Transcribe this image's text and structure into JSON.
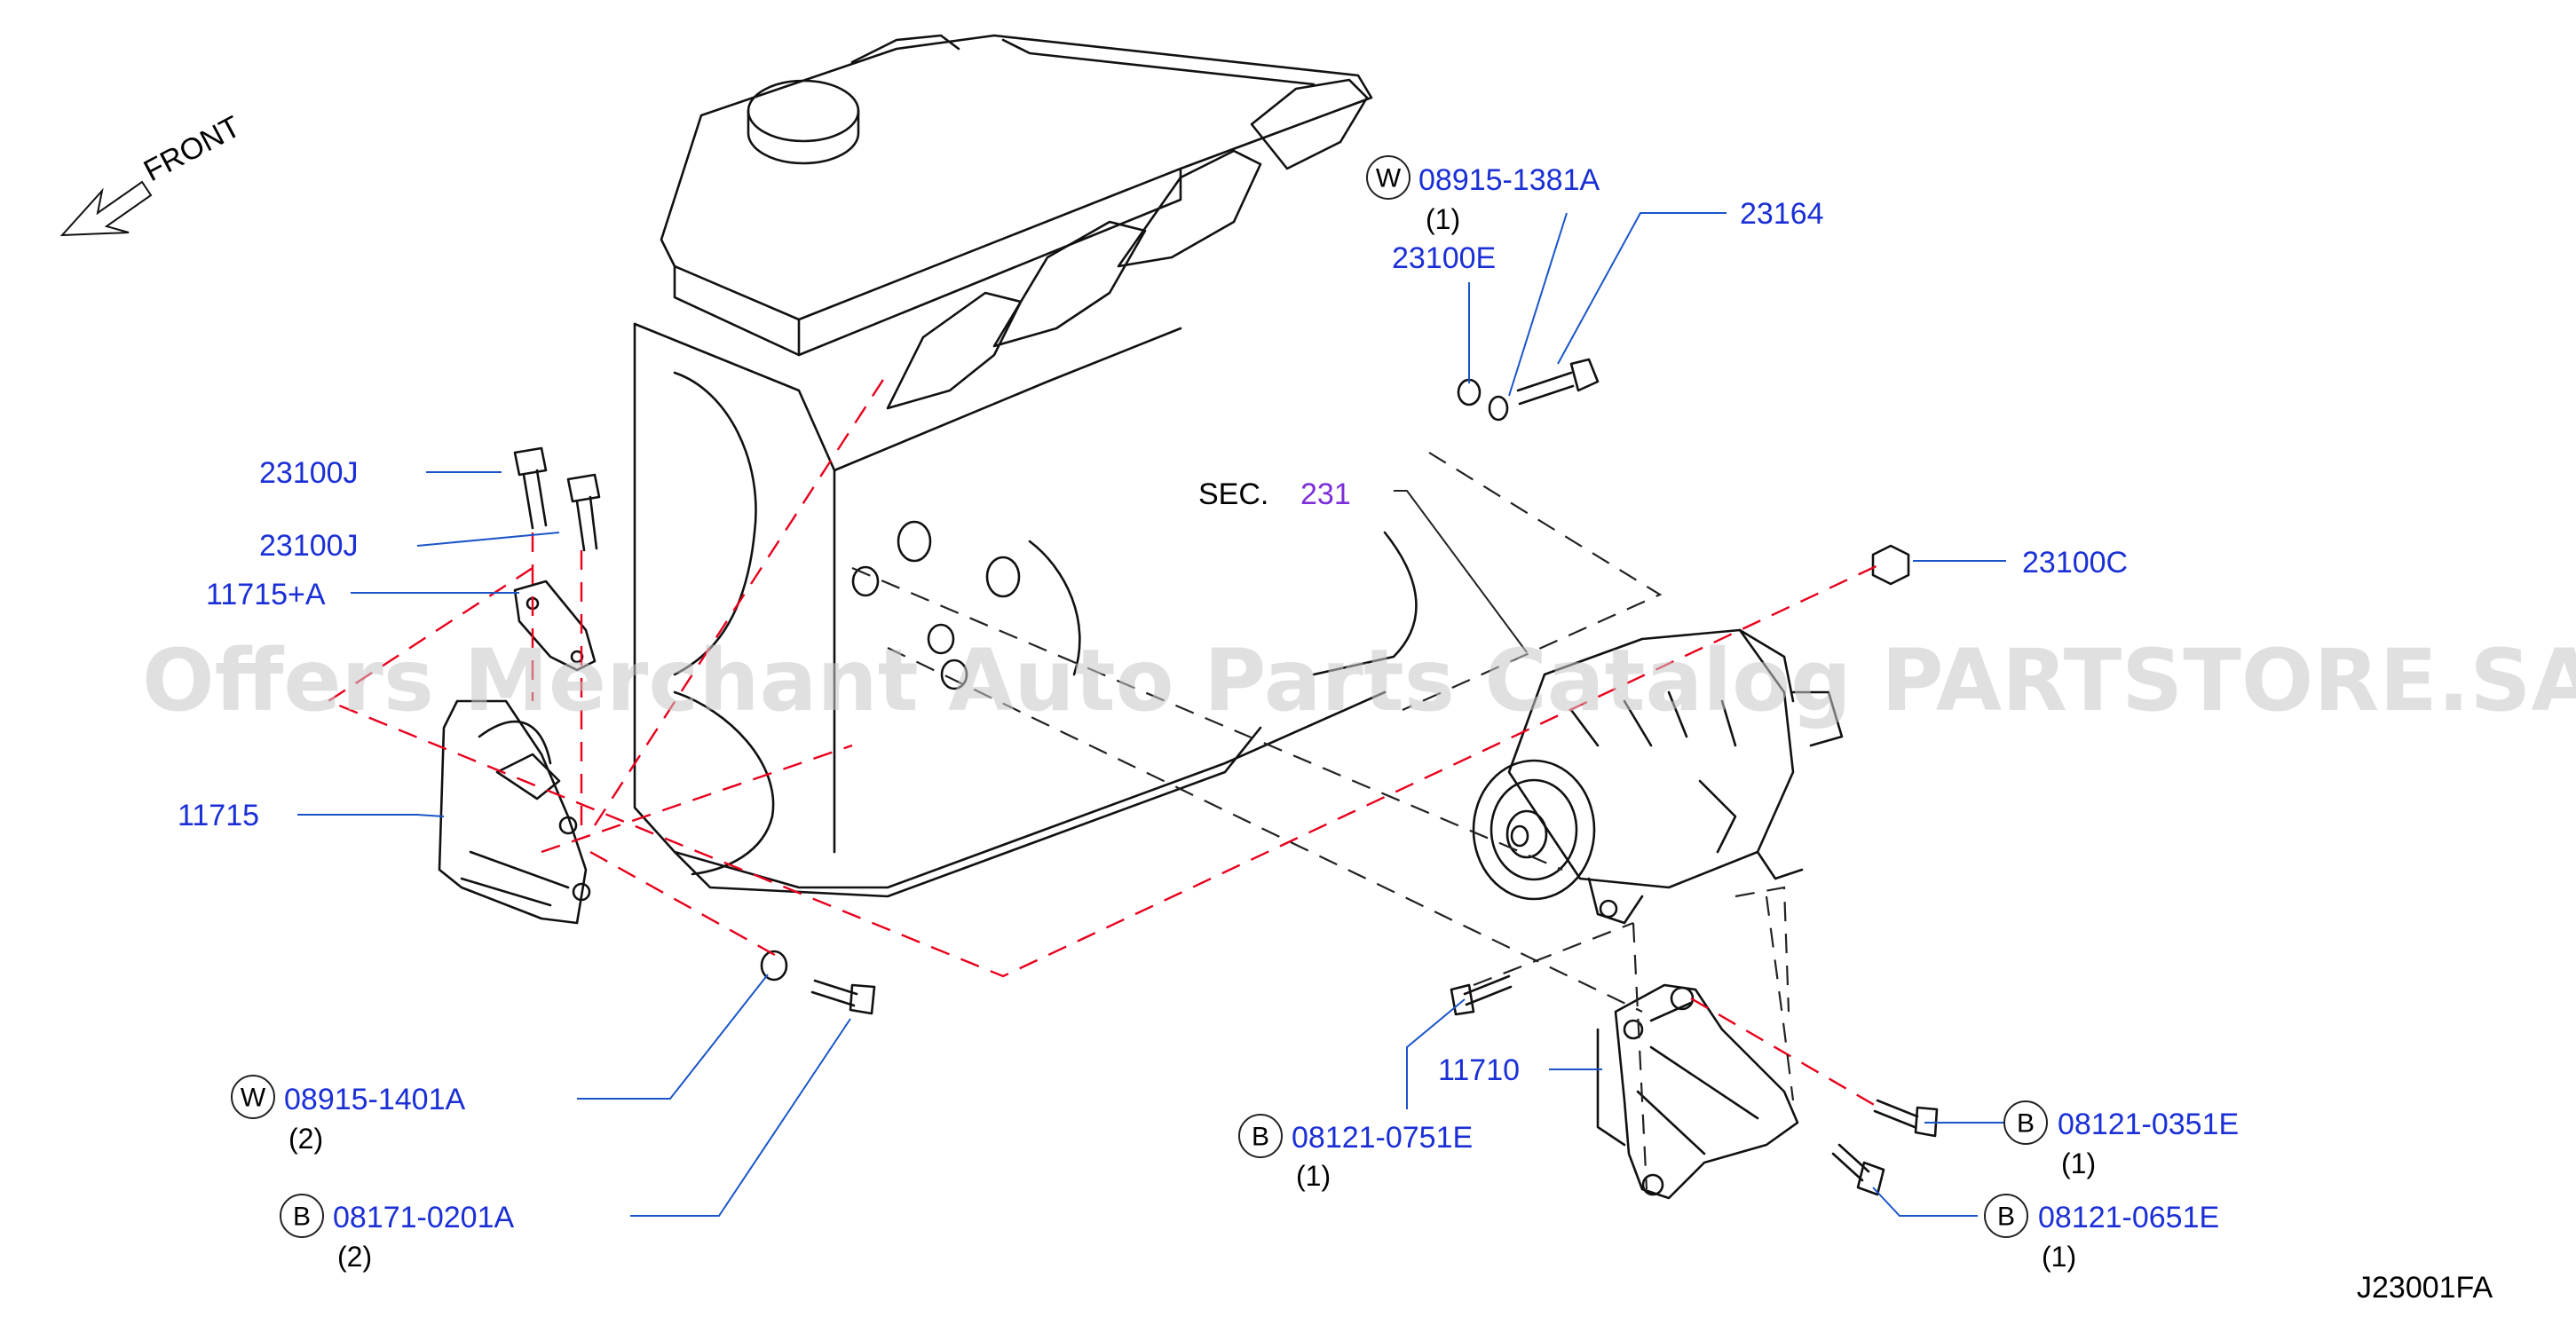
{
  "page": {
    "watermark": "Offers Merchant Auto Parts Catalog PARTSTORE.SA",
    "diagram_code": "J23001FA"
  },
  "front_label": "FRONT",
  "sec_ref": {
    "prefix": "SEC.",
    "number": "231"
  },
  "parts": [
    {
      "id": "w1",
      "circle": "W",
      "number": "08915-1381A",
      "qty": "(1)"
    },
    {
      "id": "p23164",
      "number": "23164"
    },
    {
      "id": "p23100E",
      "number": "23100E"
    },
    {
      "id": "p23100J_1",
      "number": "23100J"
    },
    {
      "id": "p23100J_2",
      "number": "23100J"
    },
    {
      "id": "p11715A",
      "number": "11715+A"
    },
    {
      "id": "p23100C",
      "number": "23100C"
    },
    {
      "id": "p11715",
      "number": "11715"
    },
    {
      "id": "p11710",
      "number": "11710"
    },
    {
      "id": "w2",
      "circle": "W",
      "number": "08915-1401A",
      "qty": "(2)"
    },
    {
      "id": "b1",
      "circle": "B",
      "number": "08171-0201A",
      "qty": "(2)"
    },
    {
      "id": "b2",
      "circle": "B",
      "number": "08121-0751E",
      "qty": "(1)"
    },
    {
      "id": "b3",
      "circle": "B",
      "number": "08121-0351E",
      "qty": "(1)"
    },
    {
      "id": "b4",
      "circle": "B",
      "number": "08121-0651E",
      "qty": "(1)"
    }
  ],
  "colors": {
    "part_link": "#1a2fd6",
    "sec_link": "#7d2ed8",
    "hidden_line": "#e8001c",
    "text": "#000000"
  }
}
